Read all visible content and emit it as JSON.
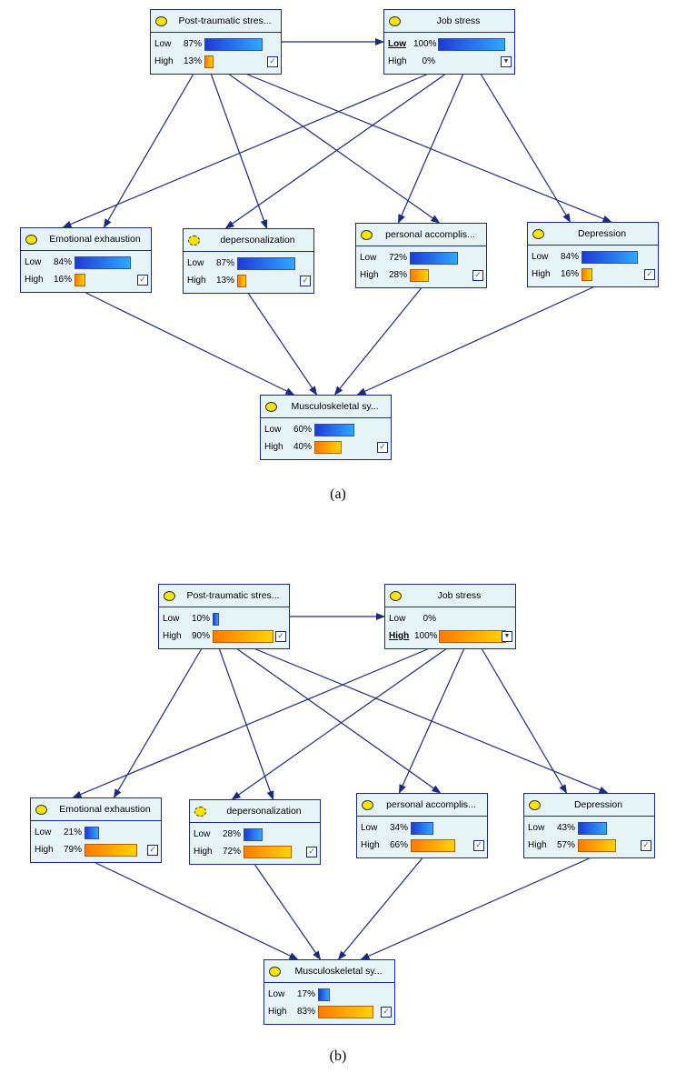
{
  "panels": [
    {
      "caption": "(a)",
      "nodes": {
        "ptsd": {
          "title": "Post-traumatic stres...",
          "low_label": "Low",
          "low_pct": "87%",
          "high_label": "High",
          "high_pct": "13%",
          "low": 87,
          "high": 13,
          "selected": ""
        },
        "job": {
          "title": "Job stress",
          "low_label": "Low",
          "low_pct": "100%",
          "high_label": "High",
          "high_pct": "0%",
          "low": 100,
          "high": 0,
          "selected": "low"
        },
        "ee": {
          "title": "Emotional exhaustion",
          "low_label": "Low",
          "low_pct": "84%",
          "high_label": "High",
          "high_pct": "16%",
          "low": 84,
          "high": 16,
          "selected": ""
        },
        "dp": {
          "title": "depersonalization",
          "low_label": "Low",
          "low_pct": "87%",
          "high_label": "High",
          "high_pct": "13%",
          "low": 87,
          "high": 13,
          "selected": ""
        },
        "pa": {
          "title": "personal accomplis...",
          "low_label": "Low",
          "low_pct": "72%",
          "high_label": "High",
          "high_pct": "28%",
          "low": 72,
          "high": 28,
          "selected": ""
        },
        "dep": {
          "title": "Depression",
          "low_label": "Low",
          "low_pct": "84%",
          "high_label": "High",
          "high_pct": "16%",
          "low": 84,
          "high": 16,
          "selected": ""
        },
        "msk": {
          "title": "Musculoskeletal sy...",
          "low_label": "Low",
          "low_pct": "60%",
          "high_label": "High",
          "high_pct": "40%",
          "low": 60,
          "high": 40,
          "selected": ""
        }
      }
    },
    {
      "caption": "(b)",
      "nodes": {
        "ptsd": {
          "title": "Post-traumatic stres...",
          "low_label": "Low",
          "low_pct": "10%",
          "high_label": "High",
          "high_pct": "90%",
          "low": 10,
          "high": 90,
          "selected": ""
        },
        "job": {
          "title": "Job stress",
          "low_label": "Low",
          "low_pct": "0%",
          "high_label": "High",
          "high_pct": "100%",
          "low": 0,
          "high": 100,
          "selected": "high"
        },
        "ee": {
          "title": "Emotional exhaustion",
          "low_label": "Low",
          "low_pct": "21%",
          "high_label": "High",
          "high_pct": "79%",
          "low": 21,
          "high": 79,
          "selected": ""
        },
        "dp": {
          "title": "depersonalization",
          "low_label": "Low",
          "low_pct": "28%",
          "high_label": "High",
          "high_pct": "72%",
          "low": 28,
          "high": 72,
          "selected": ""
        },
        "pa": {
          "title": "personal accomplis...",
          "low_label": "Low",
          "low_pct": "34%",
          "high_label": "High",
          "high_pct": "66%",
          "low": 34,
          "high": 66,
          "selected": ""
        },
        "dep": {
          "title": "Depression",
          "low_label": "Low",
          "low_pct": "43%",
          "high_label": "High",
          "high_pct": "57%",
          "low": 43,
          "high": 57,
          "selected": ""
        },
        "msk": {
          "title": "Musculoskeletal sy...",
          "low_label": "Low",
          "low_pct": "17%",
          "high_label": "High",
          "high_pct": "83%",
          "low": 17,
          "high": 83,
          "selected": ""
        }
      }
    }
  ],
  "edges": [
    [
      "ptsd",
      "job"
    ],
    [
      "ptsd",
      "ee"
    ],
    [
      "ptsd",
      "dp"
    ],
    [
      "ptsd",
      "pa"
    ],
    [
      "ptsd",
      "dep"
    ],
    [
      "job",
      "ee"
    ],
    [
      "job",
      "dp"
    ],
    [
      "job",
      "pa"
    ],
    [
      "job",
      "dep"
    ],
    [
      "ee",
      "msk"
    ],
    [
      "dp",
      "msk"
    ],
    [
      "pa",
      "msk"
    ],
    [
      "dep",
      "msk"
    ]
  ],
  "colors": {
    "edge": "#1a2a80",
    "node_bg": "#e6f4f7",
    "low_bar": "#2f6cf0",
    "high_bar": "#ffa000"
  }
}
